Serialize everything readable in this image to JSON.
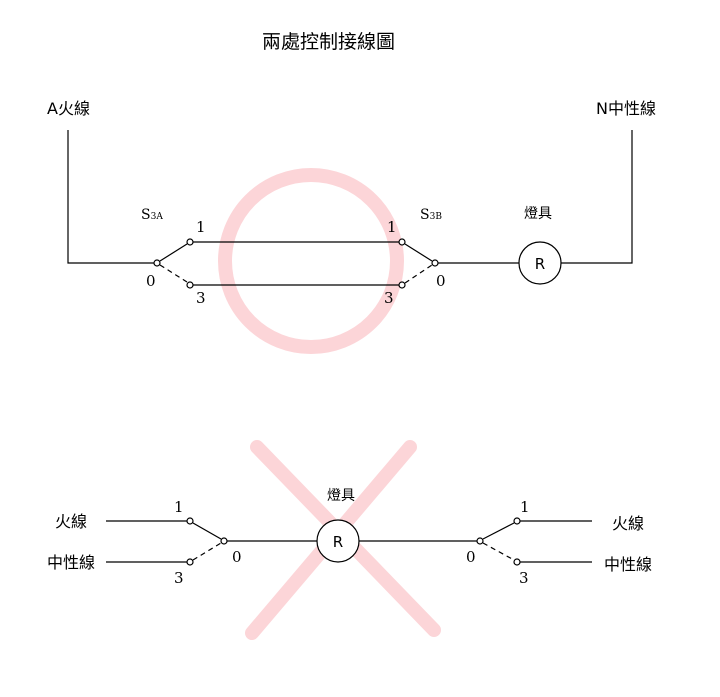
{
  "title": "兩處控制接線圖",
  "top": {
    "live_label": "A火線",
    "neutral_label": "N中性線",
    "lamp_label": "燈具",
    "lamp_symbol": "R",
    "switch_a": {
      "name": "S",
      "sub": "3A",
      "t1": "1",
      "t0": "0",
      "t3": "3"
    },
    "switch_b": {
      "name": "S",
      "sub": "3B",
      "t1": "1",
      "t0": "0",
      "t3": "3"
    },
    "mark": "circle-correct",
    "mark_color": "#fcd5d8"
  },
  "bottom": {
    "left_live_label": "火線",
    "left_neutral_label": "中性線",
    "right_live_label": "火線",
    "right_neutral_label": "中性線",
    "lamp_label": "燈具",
    "lamp_symbol": "R",
    "left_switch": {
      "t1": "1",
      "t0": "0",
      "t3": "3"
    },
    "right_switch": {
      "t1": "1",
      "t0": "0",
      "t3": "3"
    },
    "mark": "cross-wrong",
    "mark_color": "#fcd5d8"
  }
}
